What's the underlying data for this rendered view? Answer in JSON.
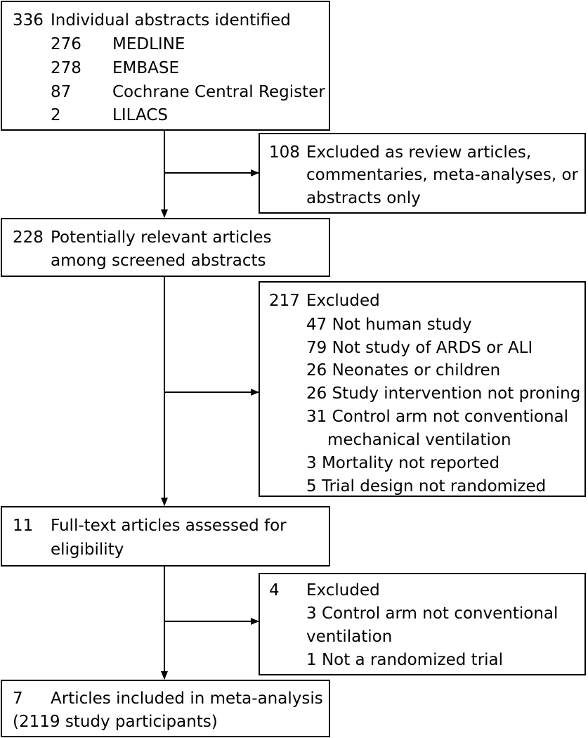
{
  "boxes": {
    "identified": {
      "count": "336",
      "label": "Individual abstracts identified",
      "sources": [
        {
          "count": "276",
          "name": "MEDLINE"
        },
        {
          "count": "278",
          "name": "EMBASE"
        },
        {
          "count": "87",
          "name": "Cochrane Central Register"
        },
        {
          "count": "2",
          "name": "LILACS"
        }
      ]
    },
    "excluded1": {
      "count": "108",
      "lines": [
        "Excluded as review articles,",
        "commentaries, meta-analyses, or",
        "abstracts only"
      ]
    },
    "relevant": {
      "count": "228",
      "lines": [
        "Potentially relevant articles",
        "among screened abstracts"
      ]
    },
    "excluded2": {
      "count": "217",
      "label": "Excluded",
      "reasons": [
        "47 Not human study",
        "79 Not study of ARDS or ALI",
        "26 Neonates or children",
        "26 Study intervention not proning",
        "31 Control arm not conventional",
        "mechanical ventilation",
        "3  Mortality not reported",
        "5  Trial design not randomized"
      ]
    },
    "fulltext": {
      "count": "11",
      "lines": [
        "Full-text articles assessed for",
        "eligibility"
      ]
    },
    "excluded3": {
      "count": "4",
      "label": "Excluded",
      "reasons": [
        "3 Control arm not conventional",
        "ventilation",
        "1 Not a randomized trial"
      ]
    },
    "included": {
      "count": "7",
      "lines": [
        "Articles included in meta-analysis",
        "(2119 study participants)"
      ]
    }
  }
}
